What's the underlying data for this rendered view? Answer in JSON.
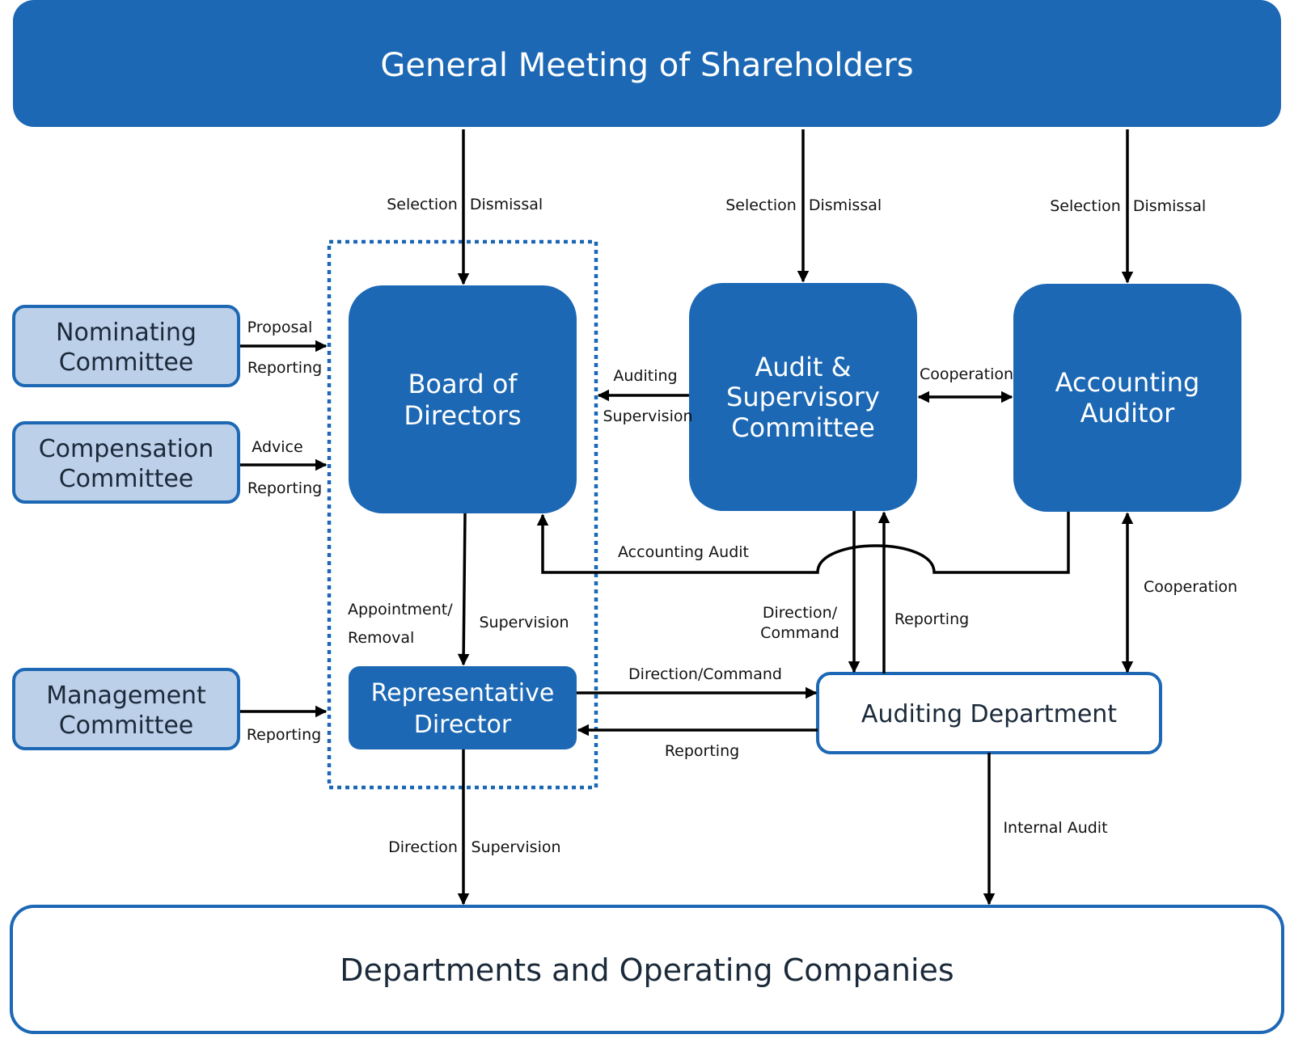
{
  "colors": {
    "primary": "#1c68b4",
    "light": "#bdd0e9",
    "line": "#000000",
    "dark_text": "#1b2a3a",
    "white": "#ffffff"
  },
  "boxes": {
    "shareholders": "General Meeting of Shareholders",
    "board": [
      "Board of",
      "Directors"
    ],
    "audit_committee": [
      "Audit &",
      "Supervisory",
      "Committee"
    ],
    "accounting_auditor": [
      "Accounting",
      "Auditor"
    ],
    "nominating": [
      "Nominating",
      "Committee"
    ],
    "compensation": [
      "Compensation",
      "Committee"
    ],
    "management": [
      "Management",
      "Committee"
    ],
    "rep_director": [
      "Representative",
      "Director"
    ],
    "auditing_dept": "Auditing Department",
    "departments": "Departments and Operating Companies"
  },
  "labels": {
    "selection": "Selection",
    "dismissal": "Dismissal",
    "proposal": "Proposal",
    "reporting": "Reporting",
    "advice": "Advice",
    "auditing": "Auditing",
    "supervision": "Supervision",
    "cooperation": "Cooperation",
    "accounting_audit": "Accounting Audit",
    "appointment": "Appointment/",
    "removal": "Removal",
    "direction_slash": "Direction/",
    "command": "Command",
    "direction_command": "Direction/Command",
    "direction": "Direction",
    "internal_audit": "Internal Audit"
  }
}
